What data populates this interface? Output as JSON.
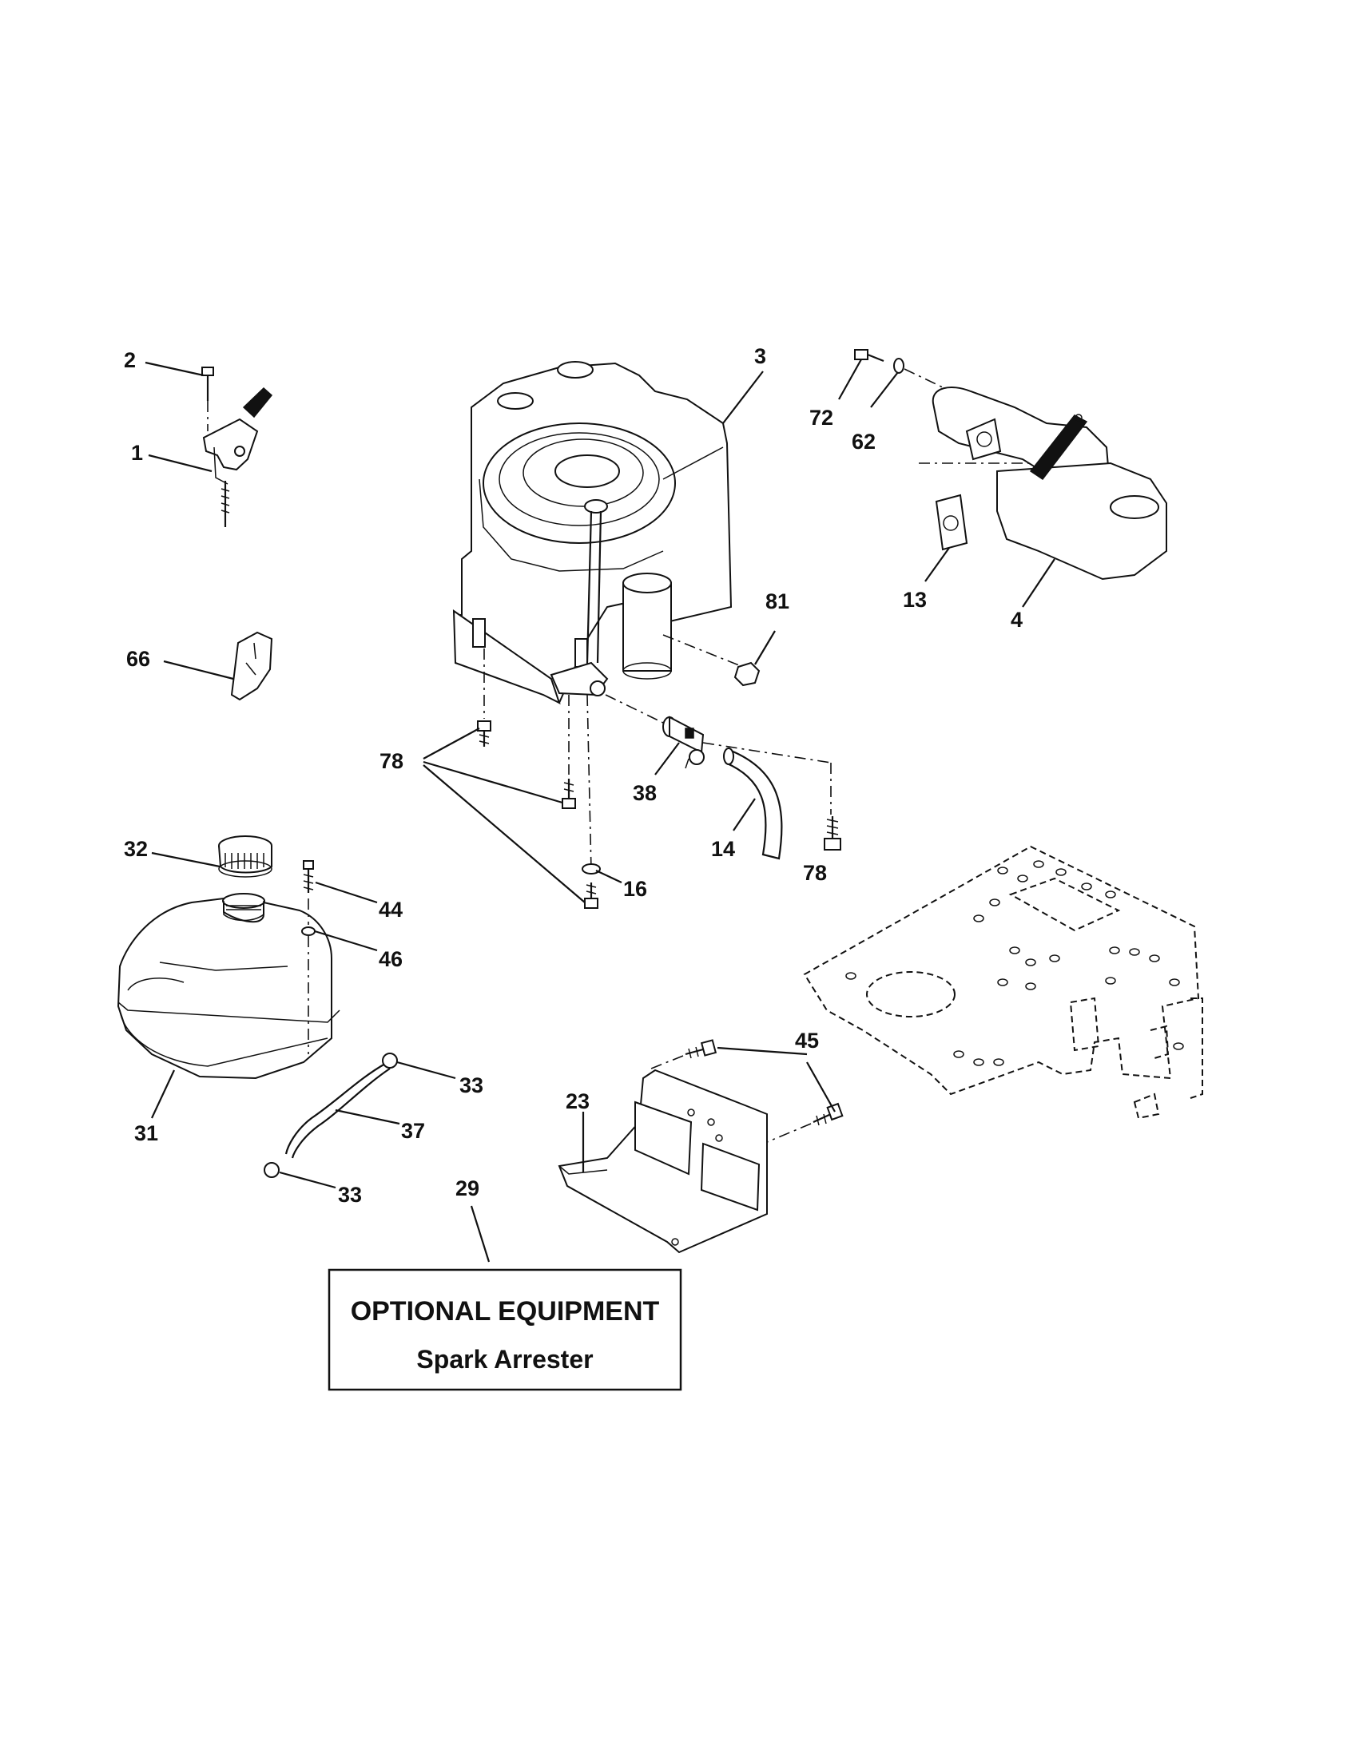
{
  "callouts": {
    "c1": "1",
    "c2": "2",
    "c3": "3",
    "c4": "4",
    "c13": "13",
    "c14": "14",
    "c16": "16",
    "c23": "23",
    "c29": "29",
    "c31": "31",
    "c32": "32",
    "c33a": "33",
    "c33b": "33",
    "c37": "37",
    "c38": "38",
    "c44": "44",
    "c45": "45",
    "c46": "46",
    "c62": "62",
    "c66": "66",
    "c72": "72",
    "c78a": "78",
    "c78b": "78",
    "c81": "81"
  },
  "optional_box": {
    "title": "OPTIONAL EQUIPMENT",
    "subtitle": "Spark Arrester"
  }
}
